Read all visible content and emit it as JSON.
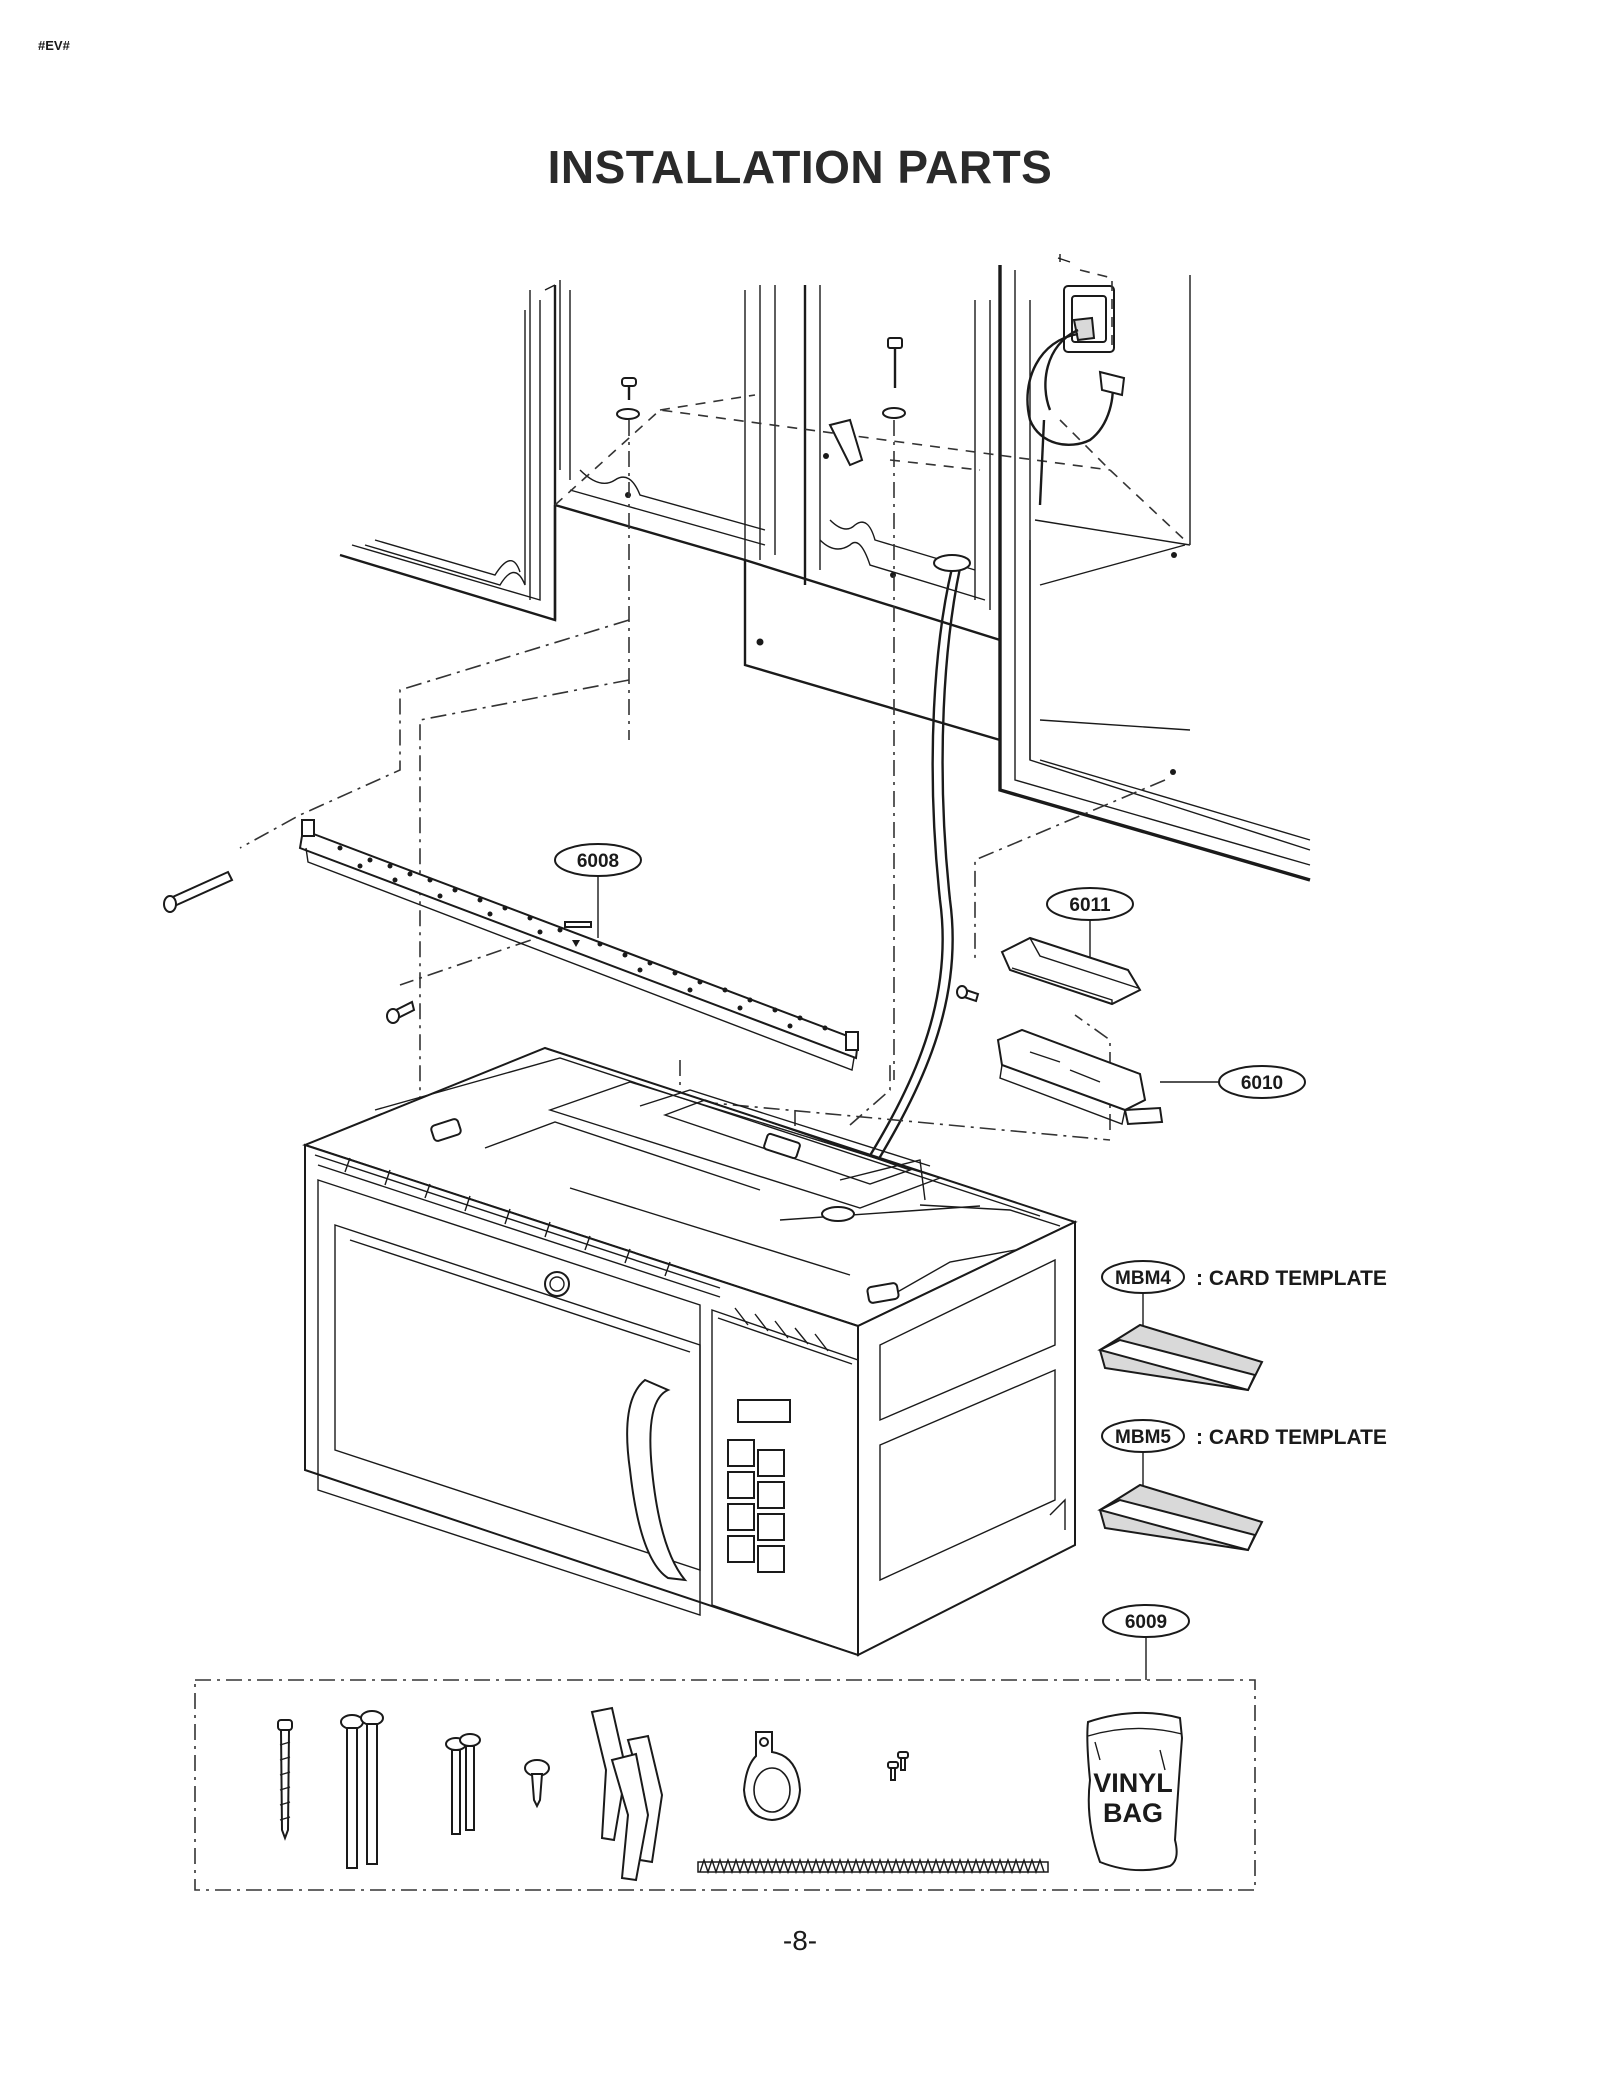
{
  "page": {
    "code": "#EV#",
    "title": "INSTALLATION PARTS",
    "page_number": "-8-"
  },
  "callouts": {
    "p6008": "6008",
    "p6011": "6011",
    "p6010": "6010",
    "mbm4": "MBM4",
    "mbm4_desc": ": CARD TEMPLATE",
    "mbm5": "MBM5",
    "mbm5_desc": ": CARD TEMPLATE",
    "p6009": "6009"
  },
  "kit": {
    "bag_line1": "VINYL",
    "bag_line2": "BAG"
  },
  "icons": [
    "wood-screw-icon",
    "toggle-bolt-icon",
    "cable-clamp-icon",
    "mounting-plate-icon",
    "power-outlet-icon"
  ]
}
